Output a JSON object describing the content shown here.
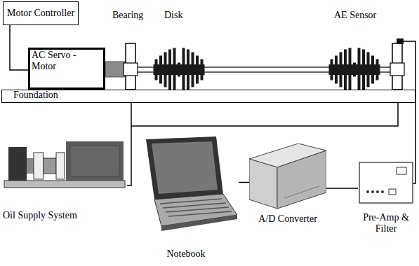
{
  "diagram": {
    "nodes": [
      {
        "text": [
          "Motor Controller"
        ]
      },
      {
        "text": [
          "AC Servo -Motor"
        ]
      },
      {
        "text": [
          "Foundation"
        ]
      },
      {
        "text": [
          "Oil Supply System"
        ]
      },
      {
        "text": [
          "Notebook"
        ]
      },
      {
        "text": [
          "A/D Converter"
        ]
      },
      {
        "text": [
          "Pre-Amp & Filter"
        ]
      }
    ],
    "edges": [
      {
        "from": 0,
        "to": 1,
        "arrow": "none"
      },
      {
        "from": 4,
        "to": 5,
        "arrow": "none"
      },
      {
        "from": 5,
        "to": 6,
        "arrow": "none"
      }
    ],
    "labels": [
      "Bearing",
      "Disk",
      "AE Sensor"
    ]
  }
}
